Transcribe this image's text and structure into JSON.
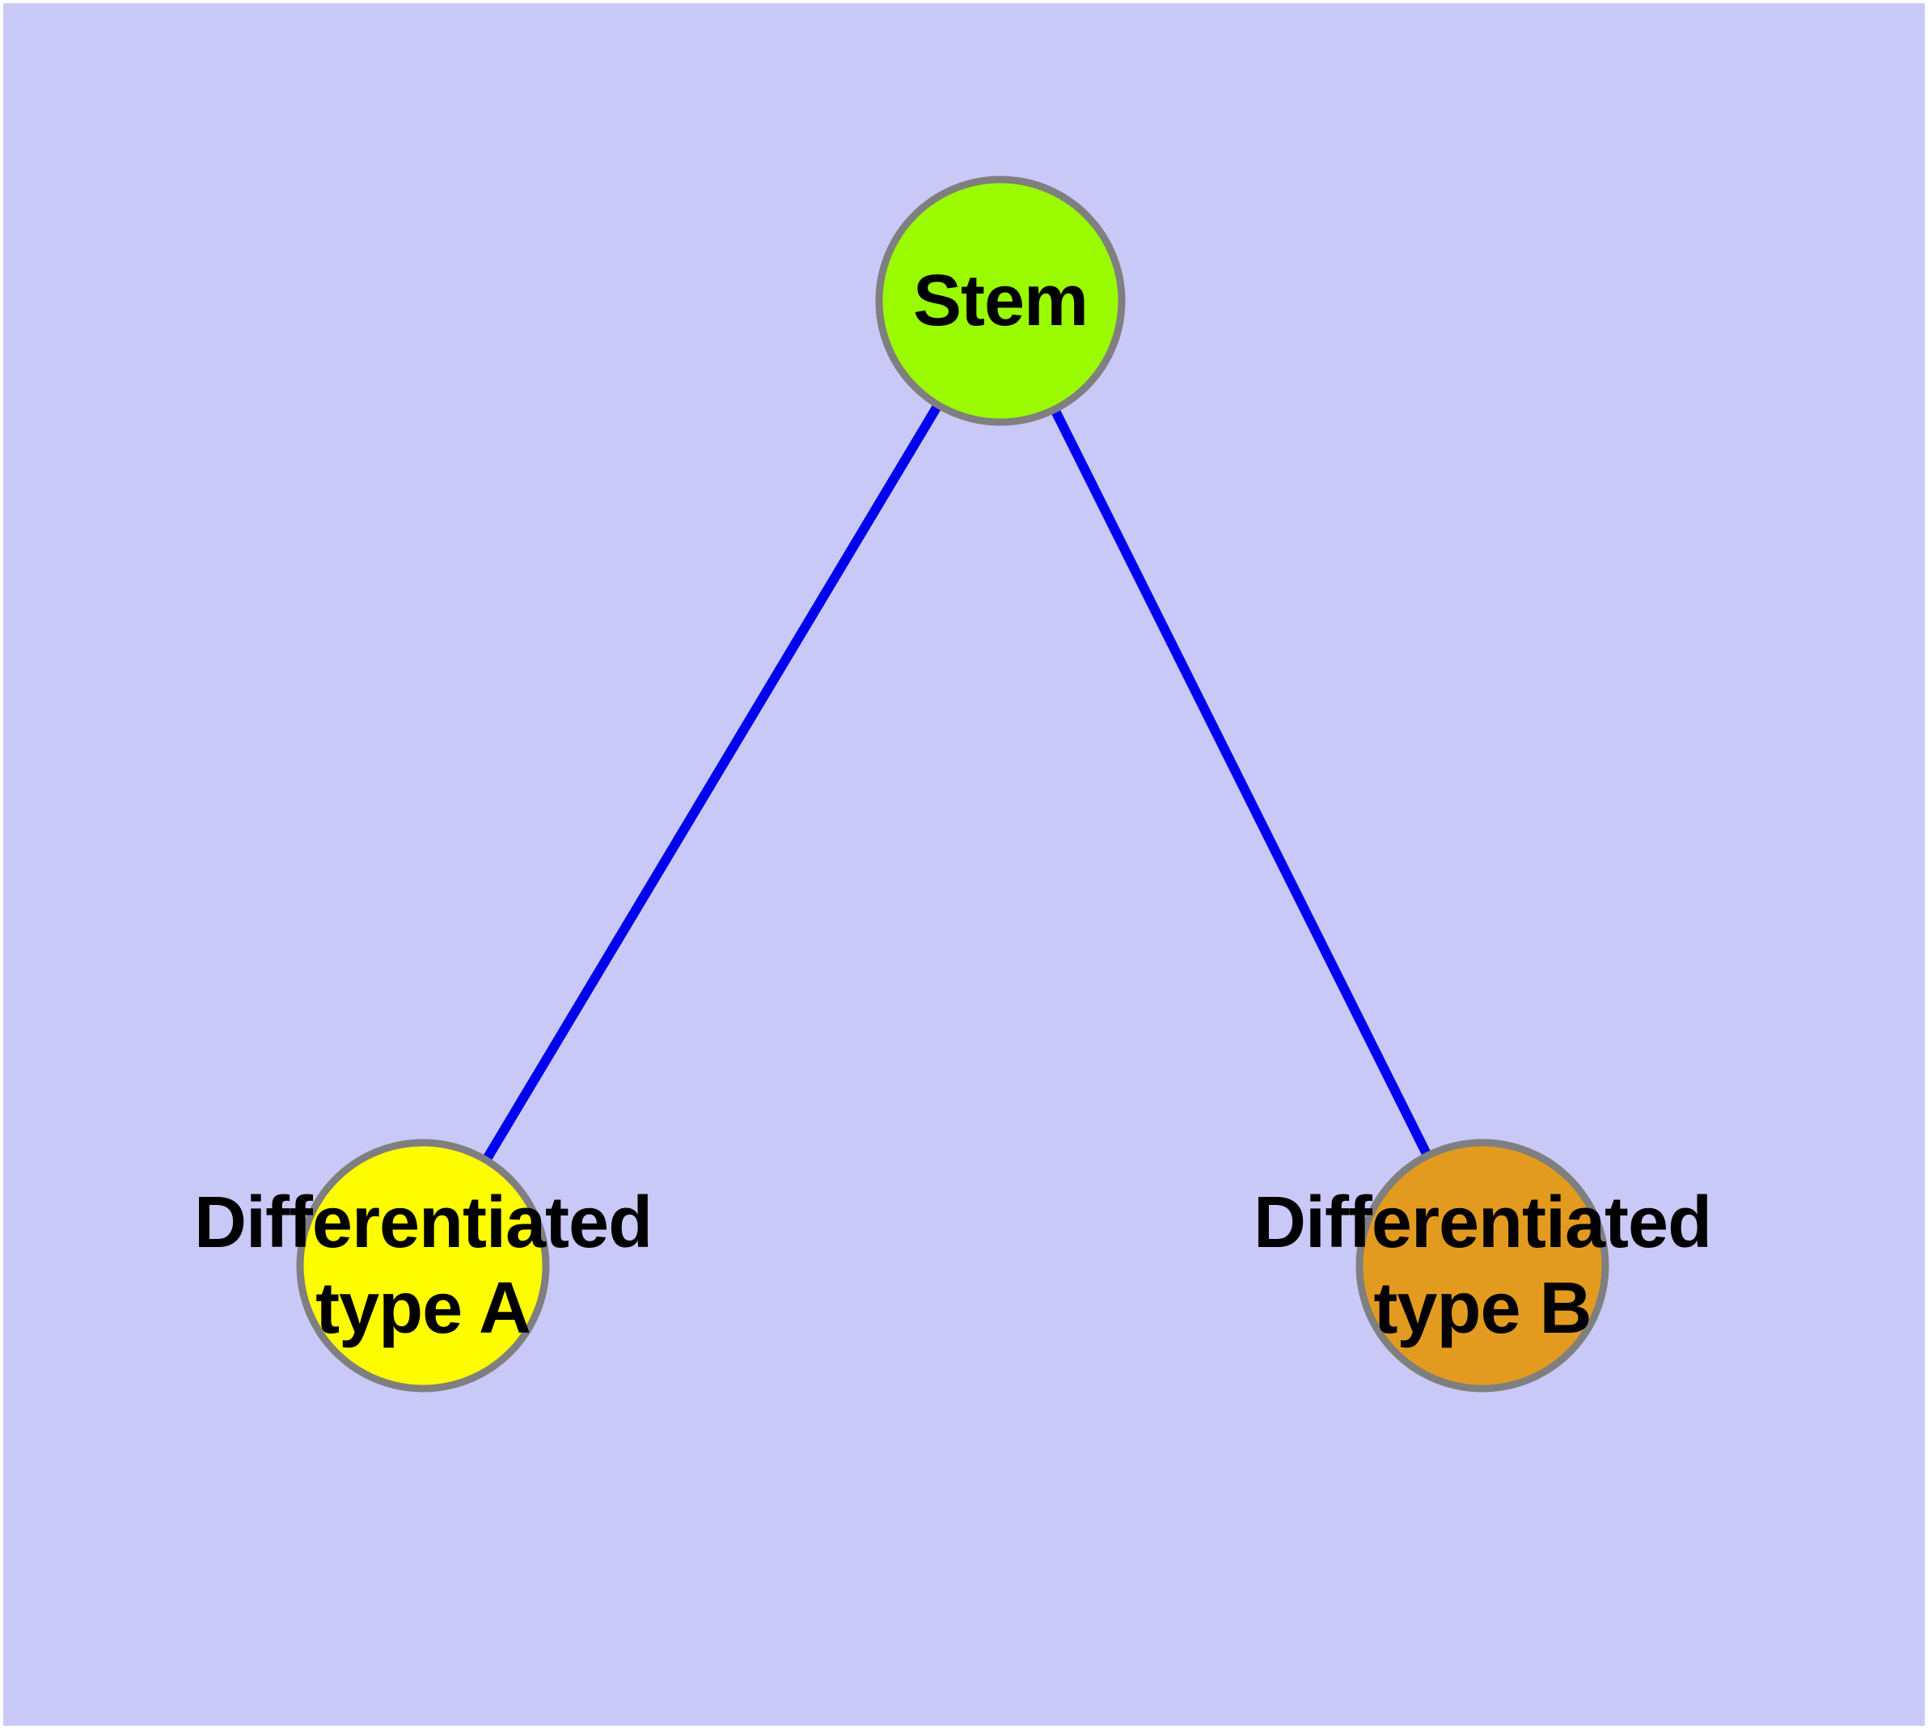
{
  "diagram": {
    "type": "graph",
    "background": "#c9c9f8",
    "page_border": "#ffffff",
    "text_color": "#000000",
    "node_border_color": "#7f7f7f",
    "nodes": [
      {
        "id": "stem",
        "label": "Stem",
        "lines": [
          "Stem"
        ],
        "fill": "#9afb00"
      },
      {
        "id": "differentiated-type-a",
        "label": "Differentiated type A",
        "lines": [
          "Differentiated",
          "type A"
        ],
        "fill": "#fdfd00"
      },
      {
        "id": "differentiated-type-b",
        "label": "Differentiated type B",
        "lines": [
          "Differentiated",
          "type B"
        ],
        "fill": "#e39b1f"
      }
    ],
    "edges": [
      {
        "from": "Stem",
        "to": "Differentiated type A",
        "color": "#0000ee"
      },
      {
        "from": "Stem",
        "to": "Differentiated type B",
        "color": "#0000ee"
      }
    ]
  }
}
